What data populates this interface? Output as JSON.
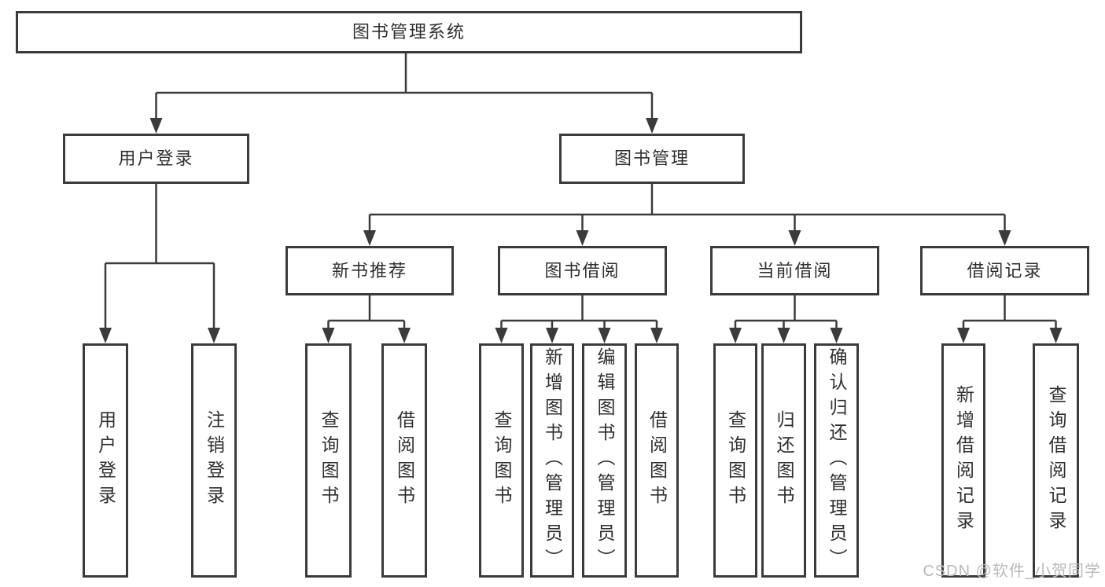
{
  "watermark": "CSDN @软件_小贺同学",
  "colors": {
    "line": "#3b3b3b",
    "box_border": "#3b3b3b",
    "text": "#2f2f2f",
    "background": "#ffffff",
    "watermark_text": "#b9b9b9"
  },
  "tree": {
    "label": "图书管理系统",
    "children": [
      {
        "label": "用户登录",
        "children": [
          {
            "label": "用户登录"
          },
          {
            "label": "注销登录"
          }
        ]
      },
      {
        "label": "图书管理",
        "children": [
          {
            "label": "新书推荐",
            "children": [
              {
                "label": "查询图书"
              },
              {
                "label": "借阅图书"
              }
            ]
          },
          {
            "label": "图书借阅",
            "children": [
              {
                "label": "查询图书"
              },
              {
                "label": "新增图书（管理员）"
              },
              {
                "label": "编辑图书（管理员）"
              },
              {
                "label": "借阅图书"
              }
            ]
          },
          {
            "label": "当前借阅",
            "children": [
              {
                "label": "查询图书"
              },
              {
                "label": "归还图书"
              },
              {
                "label": "确认归还（管理员）"
              }
            ]
          },
          {
            "label": "借阅记录",
            "children": [
              {
                "label": "新增借阅记录"
              },
              {
                "label": "查询借阅记录"
              }
            ]
          }
        ]
      }
    ]
  }
}
